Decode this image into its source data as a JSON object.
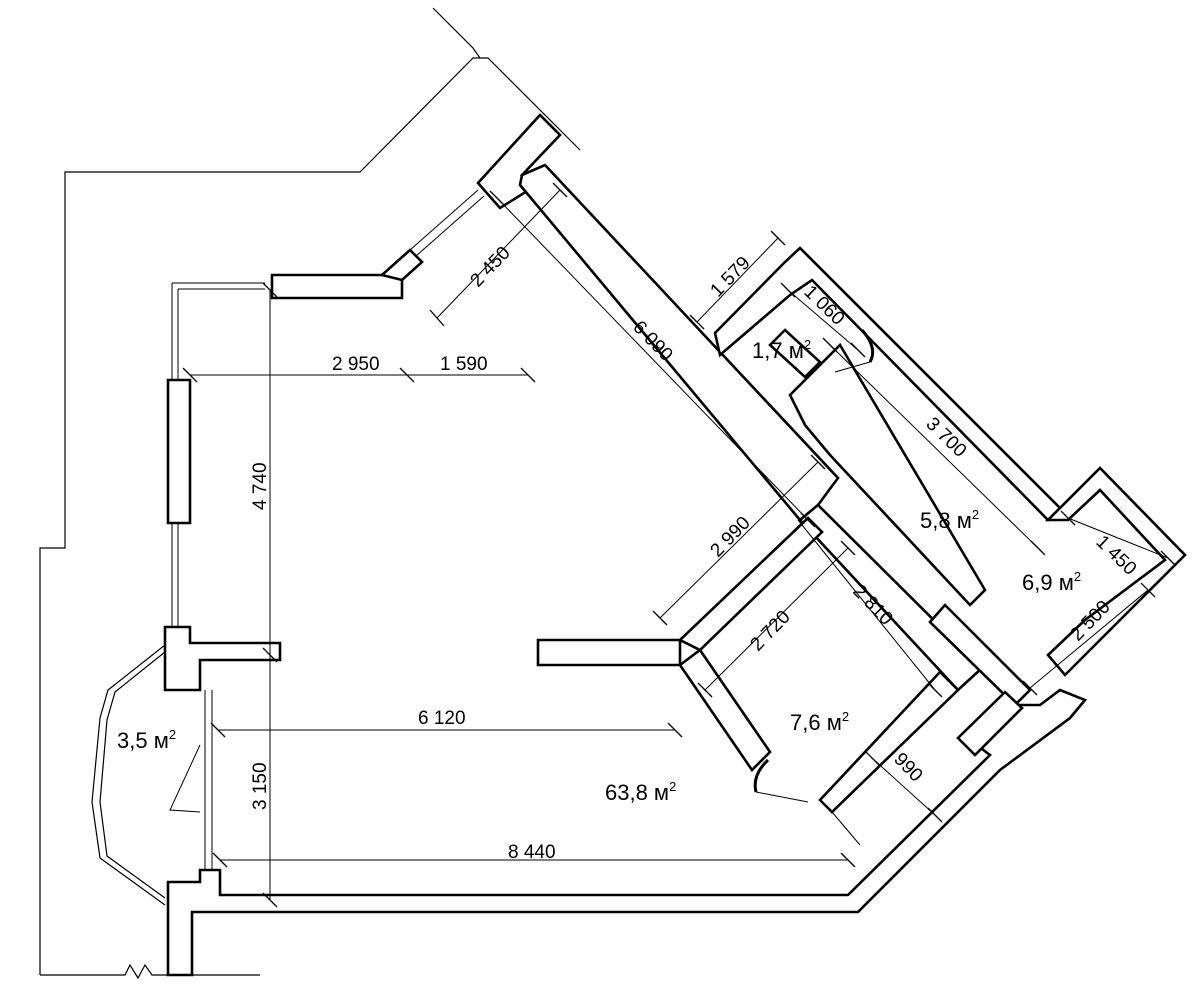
{
  "dimensions": [
    {
      "id": "d-2450",
      "text": "2 450"
    },
    {
      "id": "d-1579",
      "text": "1 579"
    },
    {
      "id": "d-1060",
      "text": "1 060"
    },
    {
      "id": "d-2950",
      "text": "2 950"
    },
    {
      "id": "d-1590",
      "text": "1 590"
    },
    {
      "id": "d-6090",
      "text": "6 090"
    },
    {
      "id": "d-3700",
      "text": "3 700"
    },
    {
      "id": "d-4740",
      "text": "4 740"
    },
    {
      "id": "d-2990",
      "text": "2 990"
    },
    {
      "id": "d-1450",
      "text": "1 450"
    },
    {
      "id": "d-2720",
      "text": "2 720"
    },
    {
      "id": "d-2810",
      "text": "2 810"
    },
    {
      "id": "d-2500",
      "text": "2 500"
    },
    {
      "id": "d-6120",
      "text": "6 120"
    },
    {
      "id": "d-990",
      "text": "990"
    },
    {
      "id": "d-3150",
      "text": "3 150"
    },
    {
      "id": "d-8440",
      "text": "8 440"
    }
  ],
  "rooms": [
    {
      "id": "r-1",
      "value": "1,7 м",
      "sup": "2"
    },
    {
      "id": "r-2",
      "value": "5,8 м",
      "sup": "2"
    },
    {
      "id": "r-3",
      "value": "6,9 м",
      "sup": "2"
    },
    {
      "id": "r-4",
      "value": "7,6 м",
      "sup": "2"
    },
    {
      "id": "r-5",
      "value": "3,5 м",
      "sup": "2"
    },
    {
      "id": "r-6",
      "value": "63,8 м",
      "sup": "2"
    }
  ]
}
